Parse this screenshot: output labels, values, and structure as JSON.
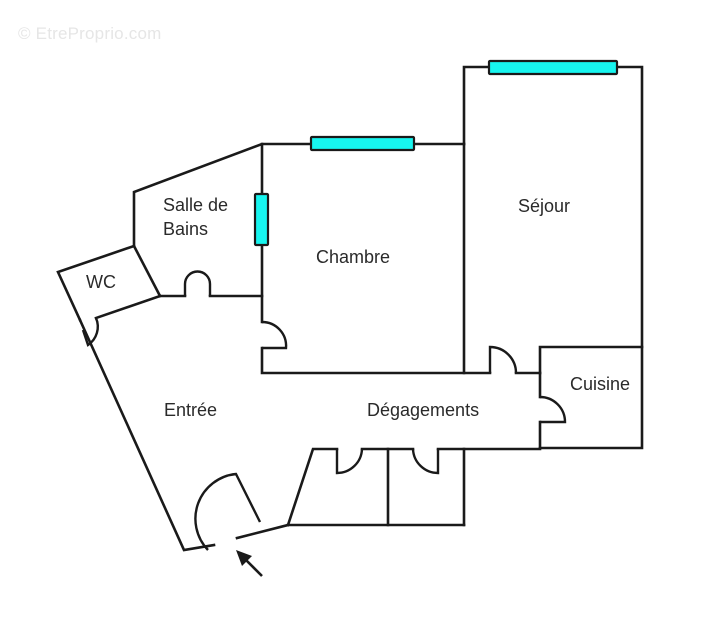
{
  "watermark": "© EtreProprio.com",
  "colors": {
    "wall": "#1a1a1a",
    "window": "#17f5ef",
    "label": "#2a2a2a",
    "watermark": "#e6e6e6"
  },
  "rooms": {
    "salle_de_bains_line1": "Salle de",
    "salle_de_bains_line2": "Bains",
    "wc": "WC",
    "chambre": "Chambre",
    "sejour": "Séjour",
    "cuisine": "Cuisine",
    "entree": "Entrée",
    "degagements": "Dégagements"
  },
  "entrance_arrow": "entrance-arrow-icon"
}
